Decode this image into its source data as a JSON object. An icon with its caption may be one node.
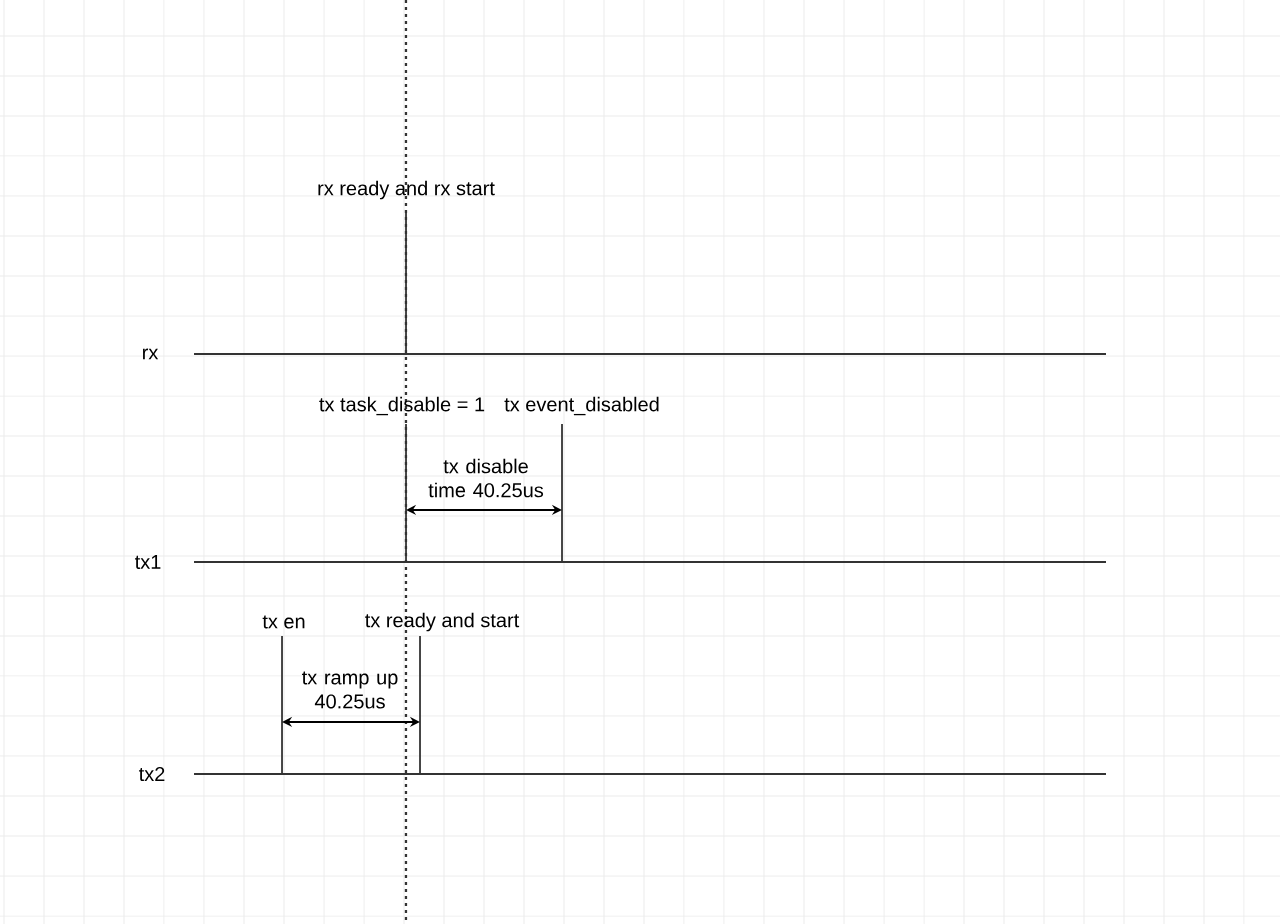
{
  "diagram": {
    "labels": [
      "rx ready and rx start",
      "rx",
      "tx task_disable = 1",
      "tx event_disabled",
      "tx disable time 40.25us",
      "tx1",
      "tx en",
      "tx ready and start",
      "tx ramp up 40.25us",
      "tx2"
    ]
  }
}
